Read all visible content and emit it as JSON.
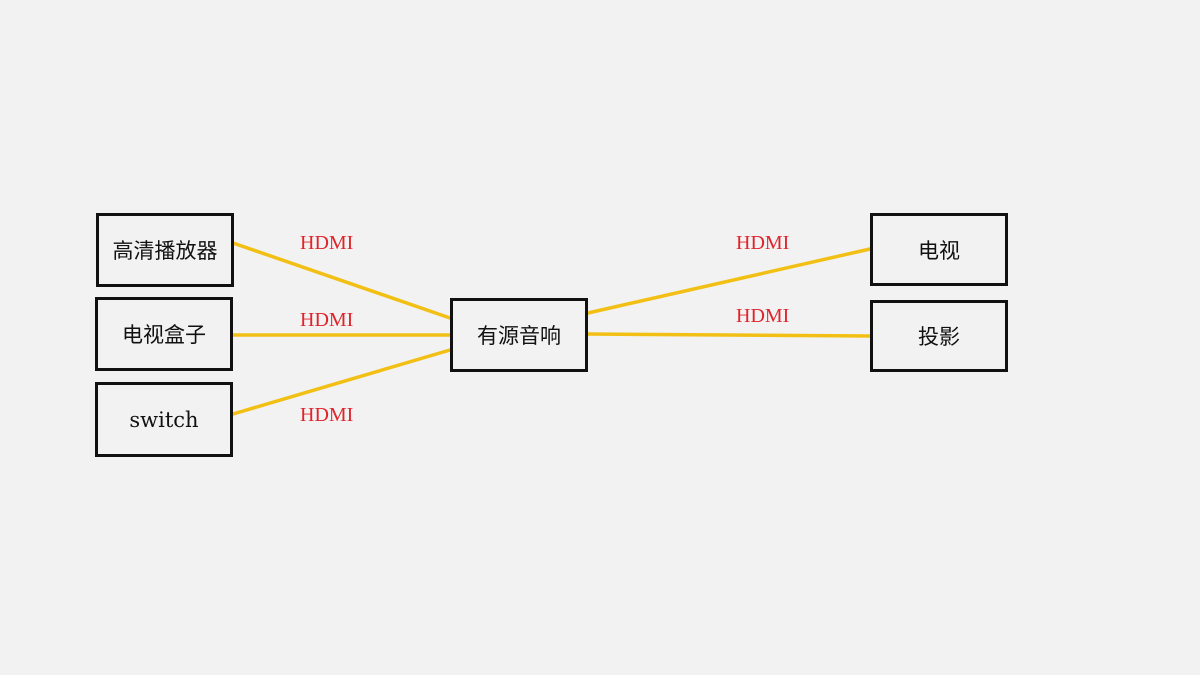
{
  "diagram": {
    "colors": {
      "wire": "#f2c014",
      "wire_label": "#e0242b",
      "node_border": "#111111",
      "background": "#f2f2f2"
    },
    "nodes": {
      "hd_player": "高清播放器",
      "tv_box": "电视盒子",
      "switch": "switch",
      "speaker": "有源音响",
      "tv": "电视",
      "projector": "投影"
    },
    "connections": [
      {
        "from": "高清播放器",
        "to": "有源音响",
        "label": "HDMI"
      },
      {
        "from": "电视盒子",
        "to": "有源音响",
        "label": "HDMI"
      },
      {
        "from": "switch",
        "to": "有源音响",
        "label": "HDMI"
      },
      {
        "from": "有源音响",
        "to": "电视",
        "label": "HDMI"
      },
      {
        "from": "有源音响",
        "to": "投影",
        "label": "HDMI"
      }
    ]
  }
}
